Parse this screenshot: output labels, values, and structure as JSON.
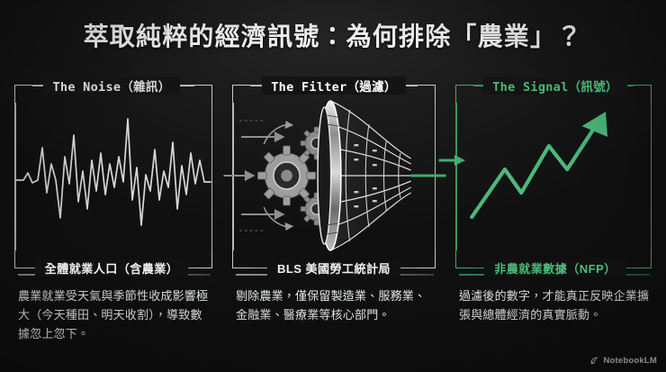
{
  "header": {
    "title": "萃取純粹的經濟訊號：為何排除「農業」？"
  },
  "watermark": {
    "label": "NotebookLM",
    "icon": "notebooklm-logo-icon"
  },
  "colors": {
    "background": "#0d0d0d",
    "text_primary": "#f7f7f7",
    "accent_green": "#3fae6e",
    "signal_green": "#49b877",
    "frame_gray": "#c9c9c9",
    "noise_wave": "#d8d8d8",
    "arrow_gray": "#9a9a9a"
  },
  "panels": [
    {
      "id": "noise",
      "header": "The Noise（雜訊）",
      "footer": "全體就業人口（含農業）",
      "body": "農業就業受天氣與季節性收成影響極大（今天種田、明天收割），導致數據忽上忽下。",
      "artwork": "noise-waveform-graphic",
      "accent": "#c9c9c9"
    },
    {
      "id": "filter",
      "header": "The Filter（過濾）",
      "footer": "BLS 美國勞工統計局",
      "body": "剔除農業，僅保留製造業、服務業、金融業、醫療業等核心部門。",
      "artwork": "funnel-gears-filter-graphic",
      "accent": "#ffffff"
    },
    {
      "id": "signal",
      "header": "The Signal（訊號）",
      "footer": "非農就業數據（NFP）",
      "body": "過濾後的數字，才能真正反映企業擴張與總體經濟的真實脈動。",
      "artwork": "rising-trend-arrow-graphic",
      "accent": "#49b877"
    }
  ]
}
